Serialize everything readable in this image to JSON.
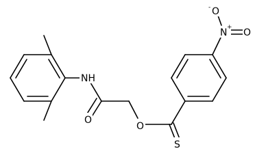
{
  "molecule": {
    "atoms": {
      "nh": {
        "label": "NH"
      },
      "o_carbonyl": {
        "label": "O"
      },
      "o_ester": {
        "label": "O"
      },
      "s_thione": {
        "label": "S"
      },
      "n_nitro": {
        "label": "N",
        "charge": "+"
      },
      "o_nitro_top": {
        "label": "O",
        "charge": "-"
      },
      "o_nitro_right": {
        "label": "O"
      }
    }
  }
}
